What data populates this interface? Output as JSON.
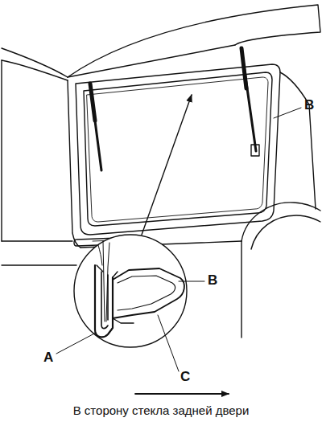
{
  "diagram": {
    "labels": [
      "B",
      "B",
      "A",
      "C",
      "В сторону стекла задней двери"
    ]
  }
}
